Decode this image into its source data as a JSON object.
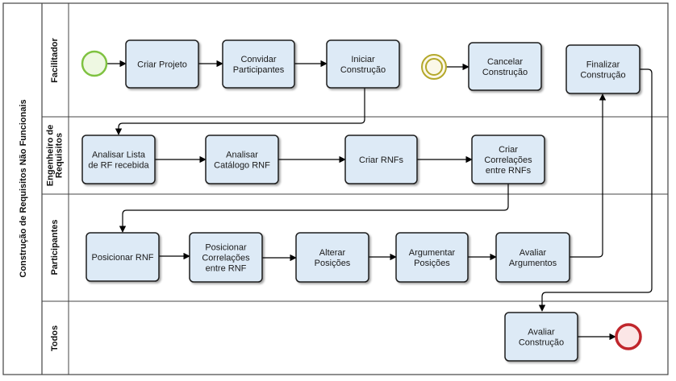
{
  "pool": {
    "label": "Construção de Requisitos Não Funcionais"
  },
  "lanes": [
    {
      "id": "facilitador",
      "label": [
        "Facilitador"
      ]
    },
    {
      "id": "engenheiro",
      "label": [
        "Engenheiro de",
        "Requisitos"
      ]
    },
    {
      "id": "participantes",
      "label": [
        "Participantes"
      ]
    },
    {
      "id": "todos",
      "label": [
        "Todos"
      ]
    }
  ],
  "tasks": [
    {
      "id": "criar-projeto",
      "lines": [
        "Criar Projeto"
      ]
    },
    {
      "id": "convidar-participantes",
      "lines": [
        "Convidar",
        "Participantes"
      ]
    },
    {
      "id": "iniciar-construcao",
      "lines": [
        "Iniciar",
        "Construção"
      ]
    },
    {
      "id": "cancelar-construcao",
      "lines": [
        "Cancelar",
        "Construção"
      ]
    },
    {
      "id": "finalizar-construcao",
      "lines": [
        "Finalizar",
        "Construção"
      ]
    },
    {
      "id": "analisar-lista-rf",
      "lines": [
        "Analisar Lista",
        "de RF recebida"
      ]
    },
    {
      "id": "analisar-catalogo-rnf",
      "lines": [
        "Analisar",
        "Catálogo RNF"
      ]
    },
    {
      "id": "criar-rnfs",
      "lines": [
        "Criar RNFs"
      ]
    },
    {
      "id": "criar-correlacoes",
      "lines": [
        "Criar",
        "Correlações",
        "entre RNFs"
      ]
    },
    {
      "id": "posicionar-rnf",
      "lines": [
        "Posicionar RNF"
      ]
    },
    {
      "id": "posicionar-correlacoes",
      "lines": [
        "Posicionar",
        "Correlações",
        "entre RNF"
      ]
    },
    {
      "id": "alterar-posicoes",
      "lines": [
        "Alterar",
        "Posições"
      ]
    },
    {
      "id": "argumentar-posicoes",
      "lines": [
        "Argumentar",
        "Posições"
      ]
    },
    {
      "id": "avaliar-argumentos",
      "lines": [
        "Avaliar",
        "Argumentos"
      ]
    },
    {
      "id": "avaliar-construcao",
      "lines": [
        "Avaliar",
        "Construção"
      ]
    }
  ],
  "events": [
    {
      "id": "start",
      "kind": "start",
      "color": "#7fc241"
    },
    {
      "id": "intermediate",
      "kind": "intermediate",
      "color": "#b4a82a"
    },
    {
      "id": "end",
      "kind": "end",
      "color": "#c0262c"
    }
  ],
  "colors": {
    "task_fill": "#ddeaf6",
    "lane_border": "#555555"
  }
}
